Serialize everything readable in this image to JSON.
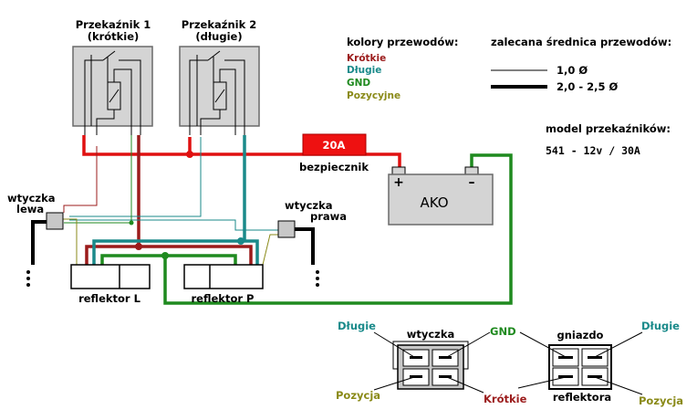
{
  "relay1": {
    "title": "Przekaźnik 1",
    "subtitle": "(krótkie)"
  },
  "relay2": {
    "title": "Przekaźnik 2",
    "subtitle": "(długie)"
  },
  "legend": {
    "title": "kolory przewodów:",
    "items": [
      {
        "label": "Krótkie",
        "color": "#9b1b1b"
      },
      {
        "label": "Długie",
        "color": "#1a8a8a"
      },
      {
        "label": "GND",
        "color": "#1f8a1f"
      },
      {
        "label": "Pozycyjne",
        "color": "#8a8a18"
      }
    ]
  },
  "gauge": {
    "title": "zalecana średnica przewodów:",
    "thin": "1,0 Ø",
    "thick": "2,0 - 2,5 Ø"
  },
  "model": {
    "title": "model przekaźników:",
    "value": "541 - 12v / 30A"
  },
  "fuse": {
    "rating": "20A",
    "label": "bezpiecznik"
  },
  "battery": {
    "label": "AKO",
    "plus": "+",
    "minus": "–"
  },
  "plug_left": {
    "line1": "wtyczka",
    "line2": "lewa"
  },
  "plug_right": {
    "line1": "wtyczka",
    "line2": "prawa"
  },
  "reflector_left": "reflektor L",
  "reflector_right": "reflektor P",
  "detail_plug": {
    "title": "wtyczka",
    "top_left": "Długie",
    "top_right": "GND",
    "bottom_left": "Pozycja",
    "bottom_right": "Krótkie"
  },
  "detail_socket": {
    "title_top": "gniazdo",
    "title_bottom": "reflektora",
    "top_right": "Długie",
    "bottom_right": "Pozycja"
  },
  "colors": {
    "red": "#e01010",
    "short": "#9b1b1b",
    "long": "#1a8a8a",
    "gnd": "#1f8a1f",
    "pos": "#8a8a18",
    "relay_fill": "#d4d4d4",
    "battery_fill": "#d4d4d4",
    "fuse_fill": "#ee1111"
  }
}
